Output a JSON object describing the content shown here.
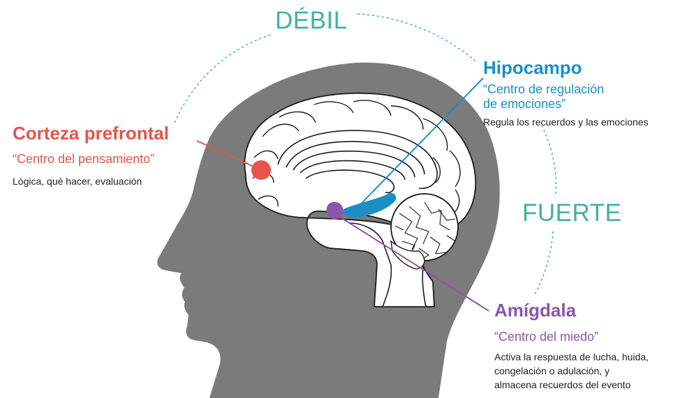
{
  "colors": {
    "head": "#7b7b7b",
    "brain_fill": "#ffffff",
    "brain_stroke": "#1a1a1a",
    "teal": "#3fb39d",
    "prefrontal": "#e8534a",
    "hippocampus": "#1b8fc4",
    "amygdala": "#8a57a8"
  },
  "states": {
    "weak": "DÉBIL",
    "strong": "FUERTE"
  },
  "regions": {
    "prefrontal": {
      "title": "Corteza prefrontal",
      "subtitle": "“Centro del pensamiento”",
      "description": "Lógica, qué hacer, evaluación",
      "icon": "red-dot-marker"
    },
    "hippocampus": {
      "title": "Hipocampo",
      "subtitle": "“Centro de regulación\nde emociones”",
      "description": "Regula los recuerdos y las emociones",
      "icon": "blue-hippocampus-shape"
    },
    "amygdala": {
      "title": "Amígdala",
      "subtitle": "“Centro del miedo”",
      "description": "Activa la respuesta de lucha, huida,\ncongelación o adulación, y\nalmacena recuerdos del evento",
      "icon": "purple-amygdala-shape"
    }
  }
}
